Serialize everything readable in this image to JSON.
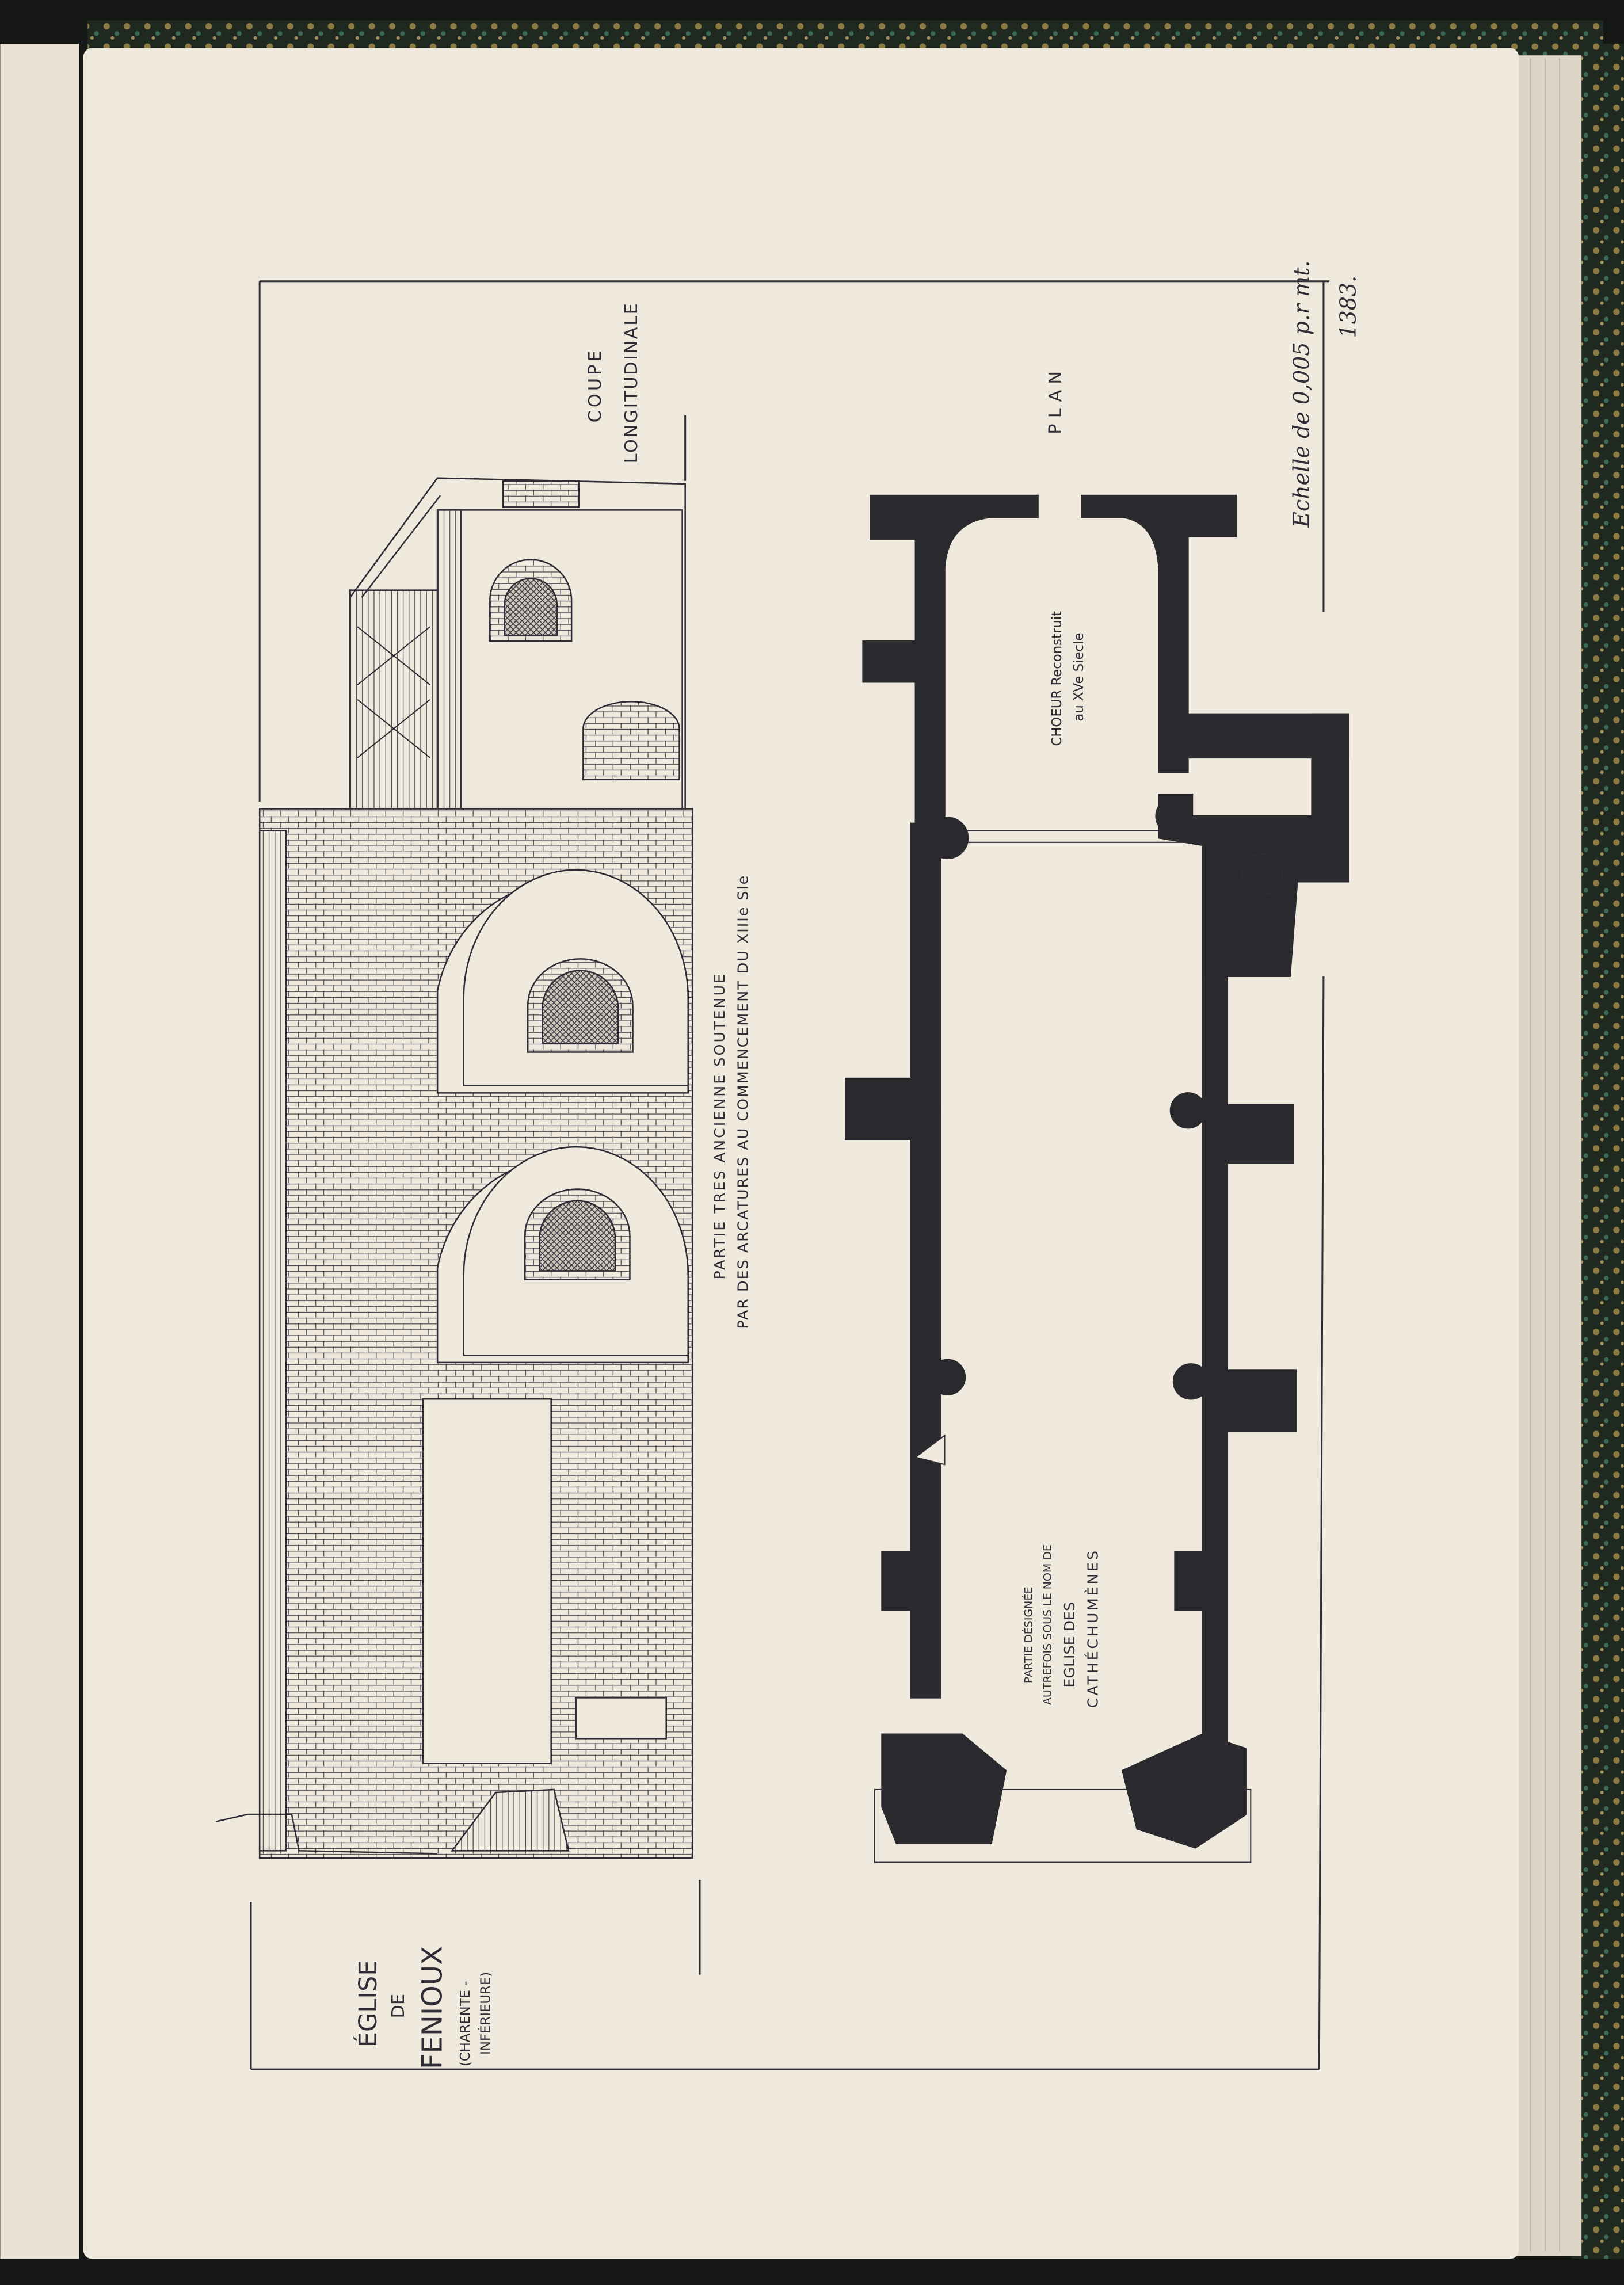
{
  "plate": {
    "page_number": "1383.",
    "scale_note": "Echelle de 0,005 p.r mt.",
    "title": {
      "line1": "ÉGLISE",
      "line2": "DE",
      "line3": "FENIOUX",
      "line4": "(CHARENTE -",
      "line5": "INFÉRIEURE)"
    },
    "section": {
      "label_line1": "COUPE",
      "label_line2": "LONGITUDINALE",
      "note_line1": "PARTIE TRES ANCIENNE SOUTENUE",
      "note_line2": "PAR DES ARCATURES AU COMMENCEMENT DU XIIIe Sle"
    },
    "plan": {
      "label": "PLAN",
      "choir_line1": "CHOEUR Reconstruit",
      "choir_line2": "au XVe Siecle",
      "nave_line1": "PARTIE DÉSIGNÉE",
      "nave_line2": "AUTREFOIS SOUS LE NOM DE",
      "nave_line3": "EGLISE   DES",
      "nave_line4": "CATHÉCHUMÈNES"
    }
  },
  "colors": {
    "paper": "#efe9de",
    "ink": "#2e2c35",
    "wall_fill": "#2a2a2e",
    "cover": "#1f2a22"
  }
}
